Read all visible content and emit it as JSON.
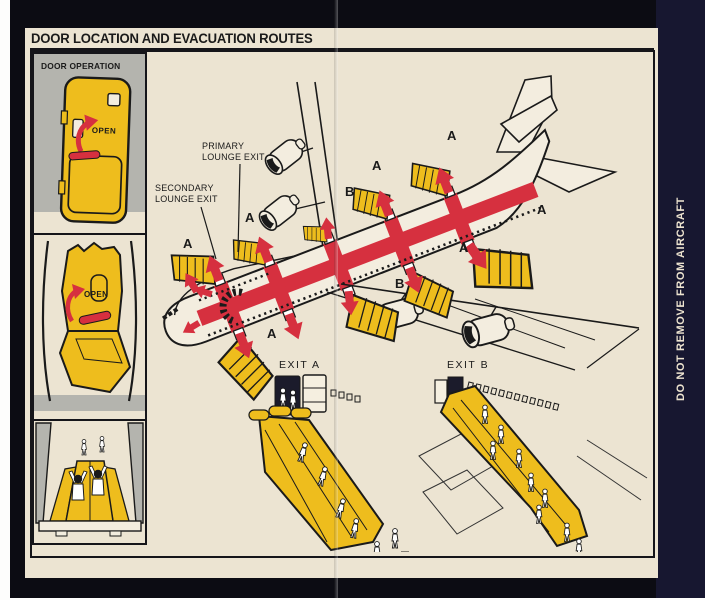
{
  "header": {
    "title": "DOOR LOCATION AND EVACUATION ROUTES"
  },
  "side_strip": {
    "label": "DO NOT REMOVE FROM AIRCRAFT"
  },
  "door_operation": {
    "title": "DOOR OPERATION",
    "panels": [
      {
        "name": "main-cabin-door",
        "open_label": "OPEN"
      },
      {
        "name": "overwing-hatch",
        "open_label": "OPEN"
      },
      {
        "name": "slide-jump-view",
        "open_label": ""
      }
    ]
  },
  "aircraft_diagram": {
    "labels": {
      "primary_line1": "PRIMARY",
      "primary_line2": "LOUNGE EXIT",
      "secondary_line1": "SECONDARY",
      "secondary_line2": "LOUNGE EXIT"
    },
    "exits": [
      {
        "door": "forward-left",
        "letter": "A"
      },
      {
        "door": "upper-deck-left",
        "letter": "A"
      },
      {
        "door": "overwing-left",
        "letter": "B"
      },
      {
        "door": "rear-left",
        "letter": "A"
      },
      {
        "door": "aft-left",
        "letter": "A"
      },
      {
        "door": "forward-right",
        "letter": "A"
      },
      {
        "door": "overwing-right",
        "letter": "B"
      },
      {
        "door": "rear-right",
        "letter": "A"
      },
      {
        "door": "aft-right",
        "letter": "A"
      }
    ]
  },
  "evacuation_scenes": {
    "exit_a_label": "EXIT A",
    "exit_b_label": "EXIT B"
  },
  "colors": {
    "card_background": "#ece4d2",
    "frame_black": "#0c0c13",
    "side_strip_navy": "#171730",
    "slide_yellow": "#eebd1d",
    "route_red": "#d6303f",
    "panel_gray": "#b4b4ae",
    "ink": "#1a1a1a"
  }
}
